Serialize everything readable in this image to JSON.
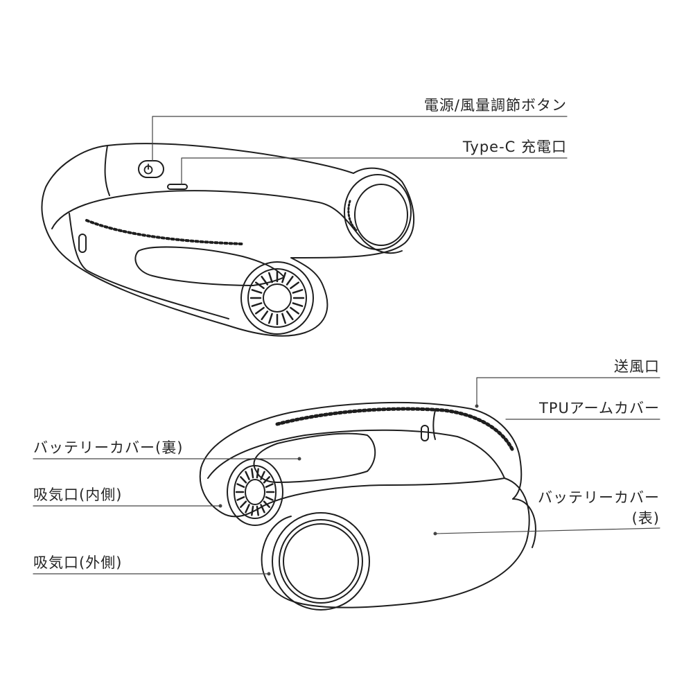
{
  "labels": {
    "power_button": "電源/風量調節ボタン",
    "usb_c_port": "Type-C 充電口",
    "air_outlet": "送風口",
    "tpu_arm_cover": "TPUアームカバー",
    "battery_cover_back": "バッテリーカバー(裏)",
    "air_inlet_inner": "吸気口(内側)",
    "air_inlet_outer": "吸気口(外側)",
    "battery_cover_front_line1": "バッテリーカバー",
    "battery_cover_front_line2": "(表)"
  },
  "colors": {
    "stroke": "#1e1e1e",
    "leader": "#444444",
    "background": "#ffffff"
  },
  "icons": [
    "power-icon"
  ]
}
